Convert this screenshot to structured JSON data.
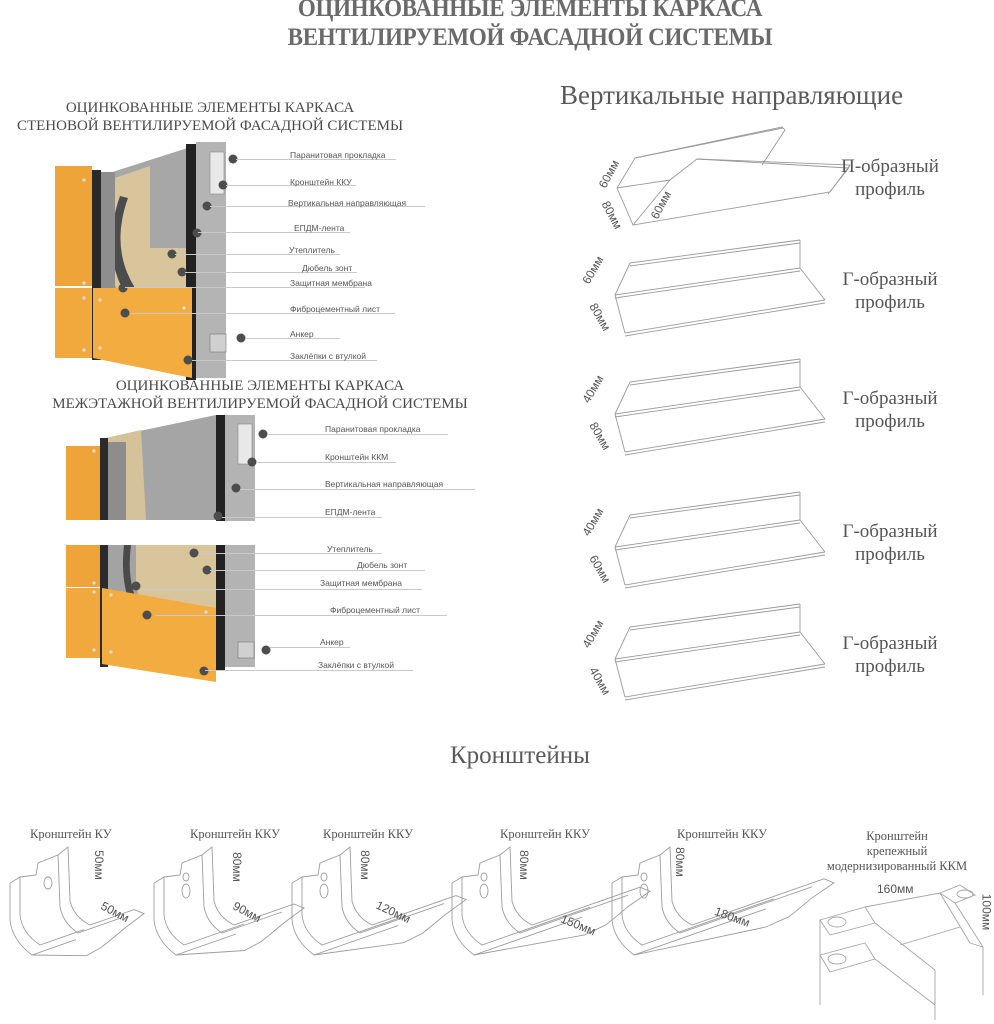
{
  "main_title": {
    "line1": "ОЦИНКОВАННЫЕ ЭЛЕМЕНТЫ КАРКАСА",
    "line2": "ВЕНТИЛИРУЕМОЙ ФАСАДНОЙ СИСТЕМЫ"
  },
  "wall_system": {
    "title_line1": "ОЦИНКОВАННЫЕ ЭЛЕМЕНТЫ КАРКАСА",
    "title_line2": "СТЕНОВОЙ ВЕНТИЛИРУЕМОЙ ФАСАДНОЙ СИСТЕМЫ",
    "labels": [
      "Паранитовая прокладка",
      "Кронштейн ККУ",
      "Вертикальная направляющая",
      "ЕПДМ-лента",
      "Утеплитель",
      "Дюбель зонт",
      "Защитная мембрана",
      "Фиброцементный лист",
      "Анкер",
      "Заклёпки с втулкой"
    ]
  },
  "interfloor_system": {
    "title_line1": "ОЦИНКОВАННЫЕ ЭЛЕМЕНТЫ КАРКАСА",
    "title_line2": "МЕЖЭТАЖНОЙ ВЕНТИЛИРУЕМОЙ ФАСАДНОЙ СИСТЕМЫ",
    "labels": [
      "Паранитовая прокладка",
      "Кронштейн ККМ",
      "Вертикальная направляющая",
      "ЕПДМ-лента",
      "Утеплитель",
      "Дюбель зонт",
      "Защитная мембрана",
      "Фиброцементный лист",
      "Анкер",
      "Заклёпки с втулкой"
    ]
  },
  "vertical_guides": {
    "heading": "Вертикальные направляющие",
    "profiles": [
      {
        "name_line1": "П-образный",
        "name_line2": "профиль",
        "dim_a": "60мм",
        "dim_b": "80мм",
        "dim_c": "60мм"
      },
      {
        "name_line1": "Г-образный",
        "name_line2": "профиль",
        "dim_a": "60мм",
        "dim_b": "80мм"
      },
      {
        "name_line1": "Г-образный",
        "name_line2": "профиль",
        "dim_a": "40мм",
        "dim_b": "80мм"
      },
      {
        "name_line1": "Г-образный",
        "name_line2": "профиль",
        "dim_a": "40мм",
        "dim_b": "60мм"
      },
      {
        "name_line1": "Г-образный",
        "name_line2": "профиль",
        "dim_a": "40мм",
        "dim_b": "40мм"
      }
    ]
  },
  "brackets": {
    "heading": "Кронштейны",
    "items": [
      {
        "title": "Кронштейн КУ",
        "height": "50мм",
        "length": "50мм"
      },
      {
        "title": "Кронштейн ККУ",
        "height": "80мм",
        "length": "90мм"
      },
      {
        "title": "Кронштейн ККУ",
        "height": "80мм",
        "length": "120мм"
      },
      {
        "title": "Кронштейн ККУ",
        "height": "80мм",
        "length": "150мм"
      },
      {
        "title": "Кронштейн ККУ",
        "height": "80мм",
        "length": "180мм"
      },
      {
        "title_line1": "Кронштейн",
        "title_line2": "крепежный",
        "title_line3": "модернизированный ККМ",
        "length": "160мм",
        "height": "100мм"
      }
    ]
  },
  "colors": {
    "panel_orange": "#f0a93a",
    "steel_gray": "#9c9c9c",
    "insulation_beige": "#d8c59d",
    "membrane_dark": "#4a4a4a",
    "text_gray": "#5a5a5a"
  }
}
